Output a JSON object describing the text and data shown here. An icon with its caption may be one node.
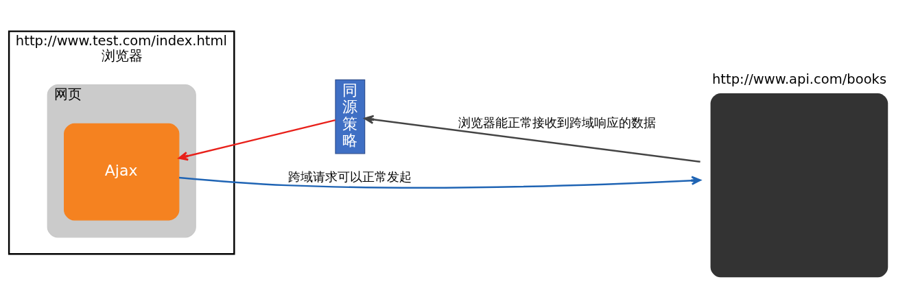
{
  "diagram": {
    "nodes": [
      {
        "text": [
          "浏览器"
        ],
        "beside": [
          "http://www.test.com/index.html"
        ]
      },
      {
        "text": [
          "网页"
        ],
        "in": 0
      },
      {
        "text": [
          "Ajax"
        ],
        "in": 1
      },
      {
        "text": [
          "同源策略"
        ]
      },
      {
        "text": [
          "http://www.api.com/books"
        ]
      }
    ],
    "edges": [
      {
        "from": 2,
        "to": 4,
        "arrow": "to",
        "label": "跨域请求可以正常发起",
        "color": "#1f64b4"
      },
      {
        "from": 4,
        "to": 3,
        "arrow": "to",
        "label": "浏览器能正常接收到跨域响应的数据",
        "color": "#444444"
      },
      {
        "from": 3,
        "to": 2,
        "arrow": "to",
        "color": "#e8201a"
      }
    ]
  }
}
